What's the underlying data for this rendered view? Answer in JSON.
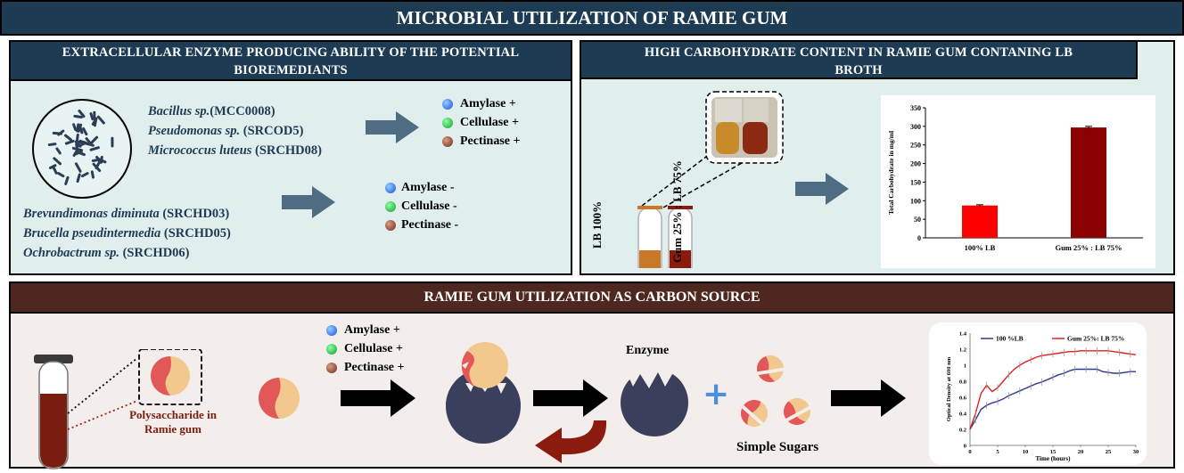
{
  "title": "MICROBIAL UTILIZATION OF RAMIE GUM",
  "panel_enzyme": {
    "title_line1": "EXTRACELLULAR ENZYME PRODUCING ABILITY OF THE POTENTIAL",
    "title_line2": "BIOREMEDIANTS",
    "positive_group": [
      {
        "genus": "Bacillus sp.",
        "strain": "(MCC0008)"
      },
      {
        "genus": "Pseudomonas sp.",
        "strain": " (SRCOD5)"
      },
      {
        "genus": "Micrococcus luteus",
        "strain": " (SRCHD08)"
      }
    ],
    "negative_group": [
      {
        "genus": "Brevundimonas diminuta",
        "strain": " (SRCHD03)"
      },
      {
        "genus": "Brucella pseudintermedia",
        "strain": " (SRCHD05)"
      },
      {
        "genus": "Ochrobactrum sp.",
        "strain": " (SRCHD06)"
      }
    ],
    "positive_results": [
      "Amylase +",
      "Cellulase +",
      "Pectinase +"
    ],
    "negative_results": [
      "Amylase -",
      "Cellulase -",
      "Pectinase -"
    ]
  },
  "panel_carbohydrate": {
    "title_line1": "HIGH CARBOHYDRATE CONTENT IN RAMIE GUM CONTANING LB",
    "title_line2": "BROTH",
    "tube1_label": "LB 100%",
    "tube2_label": "Gum 25% : LB 75%"
  },
  "panel_utilization": {
    "title": "RAMIE GUM UTILIZATION AS CARBON SOURCE",
    "polysaccharide_label_line1": "Polysaccharide in",
    "polysaccharide_label_line2": "Ramie gum",
    "enzymes": [
      "Amylase +",
      "Cellulase +",
      "Pectinase +"
    ],
    "enzyme_label": "Enzyme",
    "plus_sign": "+",
    "sugars_label": "Simple Sugars"
  },
  "colors": {
    "navy": "#1d3b53",
    "maroon_header": "#4e2820",
    "bar_red": "#ff0000",
    "bar_darkred": "#8b0000",
    "line_blue": "#2e3a8c",
    "line_red": "#e02020",
    "enzyme_body": "#3a3f5c",
    "plus_blue": "#4a8fe0"
  },
  "chart_data": [
    {
      "type": "bar",
      "ylabel": "Total Carbohydrate in mg/ml",
      "categories": [
        "100% LB",
        "Gum 25% : LB 75%"
      ],
      "values": [
        87,
        297
      ],
      "colors": [
        "#ff0000",
        "#8b0000"
      ],
      "ylim": [
        0,
        350
      ],
      "yticks": [
        "0",
        "50",
        "100",
        "150",
        "200",
        "250",
        "300",
        "350"
      ],
      "error": [
        2,
        3
      ]
    },
    {
      "type": "line",
      "xlabel": "Time (hours)",
      "ylabel": "Optical Density at 600 nm",
      "xlim": [
        0,
        30
      ],
      "ylim": [
        0,
        1.4
      ],
      "xticks": [
        "0",
        "5",
        "10",
        "15",
        "20",
        "25",
        "30"
      ],
      "yticks": [
        "0",
        "0.2",
        "0.4",
        "0.6",
        "0.8",
        "1",
        "1.2",
        "1.4"
      ],
      "legend_position": "top",
      "series": [
        {
          "name": "100 %LB",
          "color": "#2e3a8c",
          "x": [
            0,
            1,
            2,
            3,
            4,
            5,
            6,
            7,
            8,
            9,
            10,
            11,
            12,
            13,
            14,
            15,
            16,
            17,
            18,
            19,
            20,
            21,
            22,
            23,
            24,
            25,
            26,
            27,
            28,
            29,
            30
          ],
          "y": [
            0.2,
            0.32,
            0.45,
            0.5,
            0.53,
            0.55,
            0.58,
            0.62,
            0.65,
            0.68,
            0.71,
            0.74,
            0.77,
            0.79,
            0.82,
            0.85,
            0.88,
            0.9,
            0.93,
            0.95,
            0.95,
            0.95,
            0.95,
            0.95,
            0.92,
            0.91,
            0.9,
            0.9,
            0.91,
            0.92,
            0.92
          ]
        },
        {
          "name": "Gum 25%: LB 75%",
          "color": "#e02020",
          "x": [
            0,
            1,
            2,
            3,
            4,
            5,
            6,
            7,
            8,
            9,
            10,
            11,
            12,
            13,
            14,
            15,
            16,
            17,
            18,
            19,
            20,
            21,
            22,
            23,
            24,
            25,
            26,
            27,
            28,
            29,
            30
          ],
          "y": [
            0.2,
            0.4,
            0.65,
            0.75,
            0.67,
            0.72,
            0.8,
            0.88,
            0.95,
            1.0,
            1.04,
            1.07,
            1.1,
            1.12,
            1.13,
            1.14,
            1.15,
            1.16,
            1.17,
            1.17,
            1.18,
            1.18,
            1.18,
            1.18,
            1.18,
            1.18,
            1.17,
            1.16,
            1.15,
            1.14,
            1.13
          ]
        }
      ]
    }
  ]
}
